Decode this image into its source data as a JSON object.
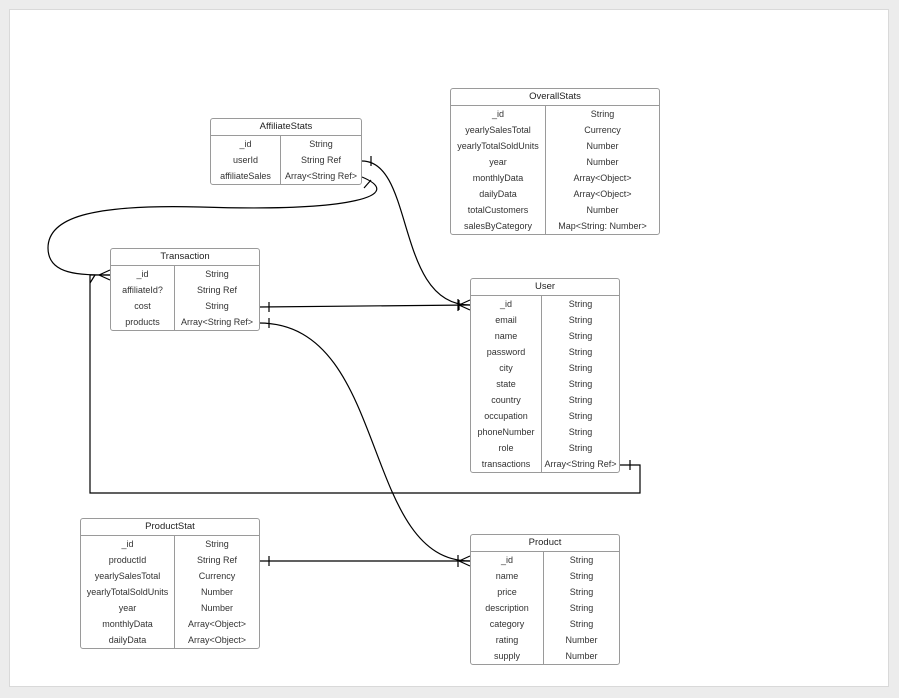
{
  "colors": {
    "line": "#000000",
    "border": "#9a9a9a",
    "background": "#ffffff"
  },
  "entities": [
    {
      "id": "affiliatestats",
      "title": "AffiliateStats",
      "fields": [
        {
          "name": "_id",
          "type": "String"
        },
        {
          "name": "userId",
          "type": "String Ref"
        },
        {
          "name": "affiliateSales",
          "type": "Array<String Ref>"
        }
      ]
    },
    {
      "id": "overallstats",
      "title": "OverallStats",
      "fields": [
        {
          "name": "_id",
          "type": "String"
        },
        {
          "name": "yearlySalesTotal",
          "type": "Currency"
        },
        {
          "name": "yearlyTotalSoldUnits",
          "type": "Number"
        },
        {
          "name": "year",
          "type": "Number"
        },
        {
          "name": "monthlyData",
          "type": "Array<Object>"
        },
        {
          "name": "dailyData",
          "type": "Array<Object>"
        },
        {
          "name": "totalCustomers",
          "type": "Number"
        },
        {
          "name": "salesByCategory",
          "type": "Map<String: Number>"
        }
      ]
    },
    {
      "id": "transaction",
      "title": "Transaction",
      "fields": [
        {
          "name": "_id",
          "type": "String"
        },
        {
          "name": "affiliateId?",
          "type": "String Ref"
        },
        {
          "name": "cost",
          "type": "String"
        },
        {
          "name": "products",
          "type": "Array<String Ref>"
        }
      ]
    },
    {
      "id": "user",
      "title": "User",
      "fields": [
        {
          "name": "_id",
          "type": "String"
        },
        {
          "name": "email",
          "type": "String"
        },
        {
          "name": "name",
          "type": "String"
        },
        {
          "name": "password",
          "type": "String"
        },
        {
          "name": "city",
          "type": "String"
        },
        {
          "name": "state",
          "type": "String"
        },
        {
          "name": "country",
          "type": "String"
        },
        {
          "name": "occupation",
          "type": "String"
        },
        {
          "name": "phoneNumber",
          "type": "String"
        },
        {
          "name": "role",
          "type": "String"
        },
        {
          "name": "transactions",
          "type": "Array<String Ref>"
        }
      ]
    },
    {
      "id": "productstat",
      "title": "ProductStat",
      "fields": [
        {
          "name": "_id",
          "type": "String"
        },
        {
          "name": "productId",
          "type": "String Ref"
        },
        {
          "name": "yearlySalesTotal",
          "type": "Currency"
        },
        {
          "name": "yearlyTotalSoldUnits",
          "type": "Number"
        },
        {
          "name": "year",
          "type": "Number"
        },
        {
          "name": "monthlyData",
          "type": "Array<Object>"
        },
        {
          "name": "dailyData",
          "type": "Array<Object>"
        }
      ]
    },
    {
      "id": "product",
      "title": "Product",
      "fields": [
        {
          "name": "_id",
          "type": "String"
        },
        {
          "name": "name",
          "type": "String"
        },
        {
          "name": "price",
          "type": "String"
        },
        {
          "name": "description",
          "type": "String"
        },
        {
          "name": "category",
          "type": "String"
        },
        {
          "name": "rating",
          "type": "Number"
        },
        {
          "name": "supply",
          "type": "Number"
        }
      ]
    }
  ],
  "relationships": [
    {
      "from": "AffiliateStats.userId",
      "to": "User._id",
      "from_end": "one",
      "to_end": "many"
    },
    {
      "from": "AffiliateStats.affiliateSales",
      "to": "Transaction._id",
      "from_end": "one",
      "to_end": "many"
    },
    {
      "from": "Transaction.cost",
      "to": "User._id",
      "from_end": "one",
      "to_end": "one"
    },
    {
      "from": "Transaction.products",
      "to": "Product._id",
      "from_end": "one",
      "to_end": "many"
    },
    {
      "from": "User.transactions",
      "to": "Transaction._id",
      "from_end": "one",
      "to_end": "many"
    },
    {
      "from": "ProductStat.productId",
      "to": "Product._id",
      "from_end": "one",
      "to_end": "many"
    }
  ]
}
